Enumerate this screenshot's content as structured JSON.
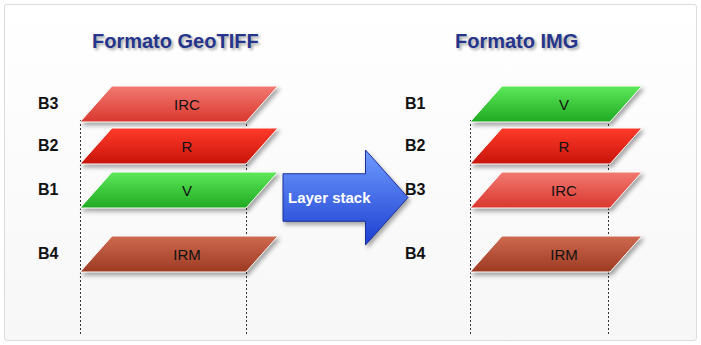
{
  "diagram": {
    "nodes": [
      {
        "text": [
          "B3",
          "IRC"
        ]
      },
      {
        "text": [
          "B2",
          "R"
        ]
      },
      {
        "text": [
          "B1",
          "V"
        ]
      },
      {
        "text": [
          "B4",
          "IRM"
        ]
      },
      {
        "text": [
          "Layer stack"
        ]
      },
      {
        "text": [
          "B1",
          "V"
        ]
      },
      {
        "text": [
          "B2",
          "R"
        ]
      },
      {
        "text": [
          "B3",
          "IRC"
        ]
      },
      {
        "text": [
          "B4",
          "IRM"
        ]
      }
    ],
    "labels": [
      "Formato GeoTIFF",
      "Formato IMG"
    ]
  }
}
